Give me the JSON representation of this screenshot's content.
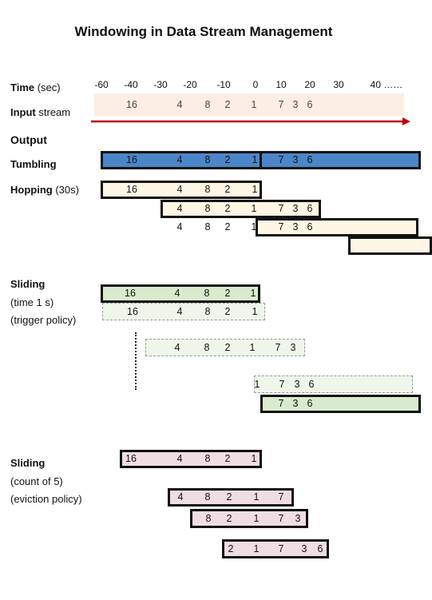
{
  "title": "Windowing in Data Stream Management",
  "timeline": {
    "label_bold": "Time",
    "label_rest": " (sec)",
    "ticks": [
      "-60",
      "-40",
      "-30",
      "-20",
      "-10",
      "0",
      "10",
      "20",
      "30",
      "40 ……"
    ]
  },
  "input": {
    "label_bold": "Input",
    "label_rest": " stream",
    "values": [
      "16",
      "4",
      "8",
      "2",
      "1",
      "7",
      "3",
      "6"
    ]
  },
  "output_heading": "Output",
  "tumbling": {
    "label": "Tumbling",
    "windows": [
      {
        "values": [
          "16",
          "4",
          "8",
          "2",
          "1"
        ]
      },
      {
        "values": [
          "7",
          "3",
          "6"
        ]
      }
    ]
  },
  "hopping": {
    "label_bold": "Hopping",
    "label_rest": " (30s)",
    "windows": [
      {
        "values": [
          "16",
          "4",
          "8",
          "2",
          "1"
        ]
      },
      {
        "values": [
          "4",
          "8",
          "2",
          "1",
          "7",
          "3",
          "6"
        ]
      },
      {
        "values": [
          "4",
          "8",
          "2",
          "1",
          "7",
          "3",
          "6"
        ]
      },
      {
        "values": []
      }
    ]
  },
  "sliding_time": {
    "label_bold": "Sliding",
    "line2": "(time 1 s)",
    "line3": "(trigger policy)",
    "windows": [
      {
        "values": [
          "16",
          "4",
          "8",
          "2",
          "1"
        ]
      },
      {
        "values": [
          "16",
          "4",
          "8",
          "2",
          "1"
        ]
      },
      {
        "values": [
          "4",
          "8",
          "2",
          "1",
          "7",
          "3"
        ]
      },
      {
        "values": [
          "1",
          "7",
          "3",
          "6"
        ]
      },
      {
        "values": [
          "7",
          "3",
          "6"
        ]
      }
    ]
  },
  "sliding_count": {
    "label_bold": "Sliding",
    "line2": "(count of 5)",
    "line3": "(eviction policy)",
    "windows": [
      {
        "values": [
          "16",
          "4",
          "8",
          "2",
          "1"
        ]
      },
      {
        "values": [
          "4",
          "8",
          "2",
          "1",
          "7"
        ]
      },
      {
        "values": [
          "8",
          "2",
          "1",
          "7",
          "3"
        ]
      },
      {
        "values": [
          "2",
          "1",
          "7",
          "3",
          "6"
        ]
      }
    ]
  },
  "colors": {
    "input_fill": "#fdeee3",
    "arrow": "#c00000",
    "tumbling_fill": "#4a86c8",
    "hopping_fill": "#fff7e4",
    "sliding_time_fill": "#d8ebcc",
    "sliding_time_faint_fill": "#eef6ea",
    "sliding_count_fill": "#f0dde4"
  }
}
